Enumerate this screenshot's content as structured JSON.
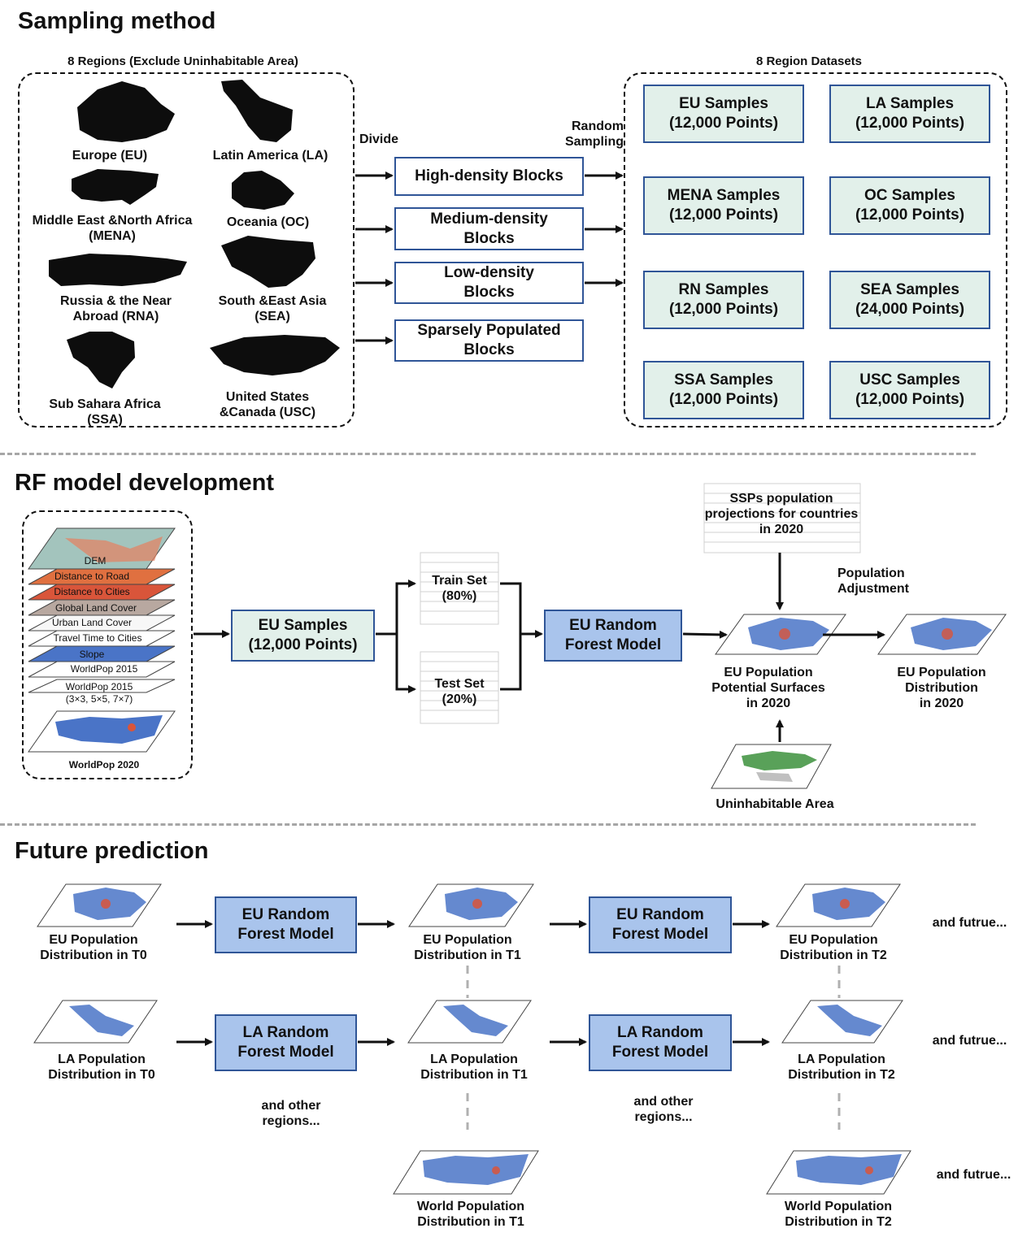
{
  "sections": {
    "sampling": "Sampling method",
    "rf": "RF model development",
    "future": "Future prediction"
  },
  "sampling": {
    "regions_header": "8 Regions (Exclude Uninhabitable Area)",
    "datasets_header": "8 Region Datasets",
    "regions": [
      "Europe (EU)",
      "Latin America (LA)",
      "Middle East &North Africa\n(MENA)",
      "Oceania (OC)",
      "Russia & the Near\nAbroad (RNA)",
      "South &East Asia\n(SEA)",
      "Sub Sahara Africa\n(SSA)",
      "United States\n&Canada (USC)"
    ],
    "divide_label": "Divide",
    "random_sampling_label": "Random\nSampling",
    "blocks": [
      "High-density Blocks",
      "Medium-density\nBlocks",
      "Low-density\nBlocks",
      "Sparsely Populated\nBlocks"
    ],
    "datasets": [
      "EU Samples\n(12,000 Points)",
      "LA Samples\n(12,000 Points)",
      "MENA Samples\n(12,000 Points)",
      "OC Samples\n(12,000 Points)",
      "RN Samples\n(12,000 Points)",
      "SEA Samples\n(24,000 Points)",
      "SSA Samples\n(12,000 Points)",
      "USC Samples\n(12,000 Points)"
    ]
  },
  "rf": {
    "layers": [
      "DEM",
      "Distance to Road",
      "Distance to Cities",
      "Global Land Cover",
      "Urban Land Cover",
      "Travel Time to Cities",
      "Slope",
      "WorldPop 2015",
      "WorldPop 2015",
      "(3×3, 5×5, 7×7)"
    ],
    "worldpop_label": "WorldPop 2020",
    "eu_samples": "EU Samples\n(12,000 Points)",
    "train_set": "Train Set\n(80%)",
    "test_set": "Test Set\n(20%)",
    "rf_model": "EU Random\nForest Model",
    "ssp_label": "SSPs population\nprojections for countries\nin 2020",
    "adjustment_label": "Population\nAdjustment",
    "potential_label": "EU Population\nPotential Surfaces\nin 2020",
    "distribution_label": "EU Population\nDistribution\nin 2020",
    "uninhabitable_label": "Uninhabitable Area"
  },
  "future": {
    "eu_t0": "EU Population\nDistribution in T0",
    "eu_rf1": "EU Random\nForest Model",
    "eu_t1": "EU Population\nDistribution in T1",
    "eu_rf2": "EU Random\nForest Model",
    "eu_t2": "EU Population\nDistribution in T2",
    "and_future": "and futrue...",
    "la_t0": "LA Population\nDistribution in T0",
    "la_rf1": "LA Random\nForest Model",
    "la_t1": "LA Population\nDistribution in T1",
    "la_rf2": "LA Random\nForest Model",
    "la_t2": "LA Population\nDistribution in T2",
    "other_regions": "and other\nregions...",
    "world_t1": "World Population\nDistribution in T1",
    "world_t2": "World Population\nDistribution in T2"
  },
  "colors": {
    "box_border": "#2f5597",
    "sample_fill": "#e2f0ea",
    "rf_fill": "#a9c4ec",
    "map_blue": "#4472c4",
    "map_red": "#e06040",
    "separator": "#a6a6a6"
  }
}
